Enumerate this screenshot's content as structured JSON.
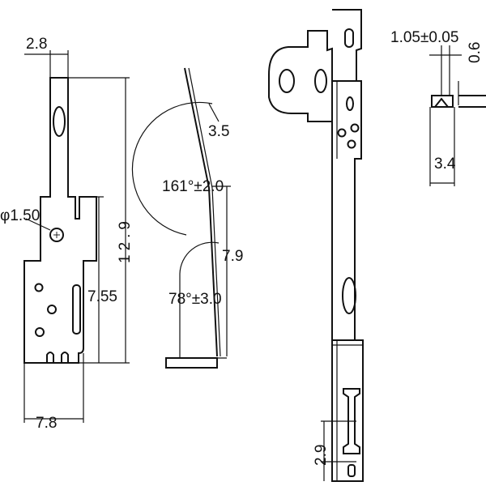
{
  "dimensions": {
    "front_top_width": "2.8",
    "hole_diameter": "φ1.50",
    "total_height": "12.9",
    "lower_height": "7.55",
    "base_width": "7.8",
    "top_offset": "3.5",
    "bend_angle_upper": "161°±2.0",
    "side_height": "7.9",
    "bend_angle_lower": "78°±3.0",
    "thickness": "1.05±0.05",
    "gap": "0.6",
    "section_width": "3.4",
    "tab_height": "2.9"
  }
}
